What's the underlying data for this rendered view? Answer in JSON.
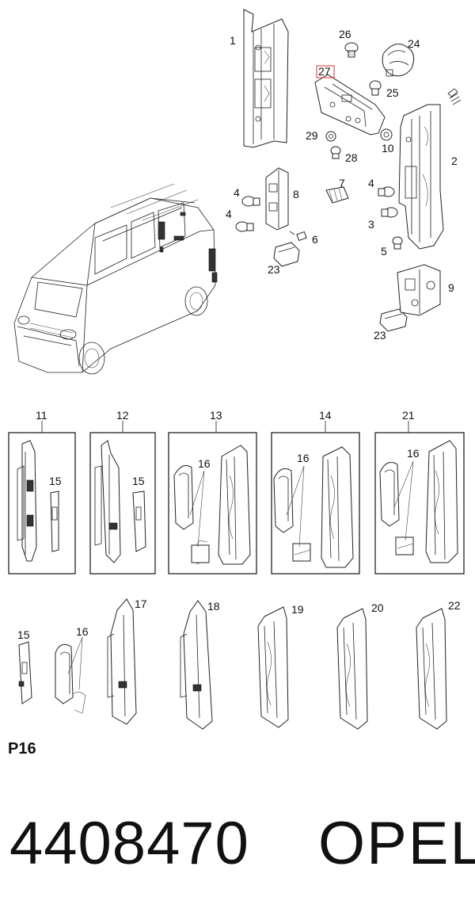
{
  "diagram": {
    "callouts": [
      "1",
      "2",
      "3",
      "4",
      "4",
      "4",
      "5",
      "6",
      "7",
      "8",
      "9",
      "10",
      "23",
      "23",
      "24",
      "25",
      "26",
      "27",
      "28",
      "29",
      "11",
      "12",
      "13",
      "14",
      "21",
      "15",
      "15",
      "16",
      "16",
      "16",
      "15",
      "16",
      "17",
      "18",
      "19",
      "20",
      "22"
    ],
    "highlighted_callout": "27",
    "highlight_color": "#e0303a"
  },
  "page_ref": "P16",
  "footer": {
    "part_number": "4408470",
    "brand": "OPEL"
  }
}
